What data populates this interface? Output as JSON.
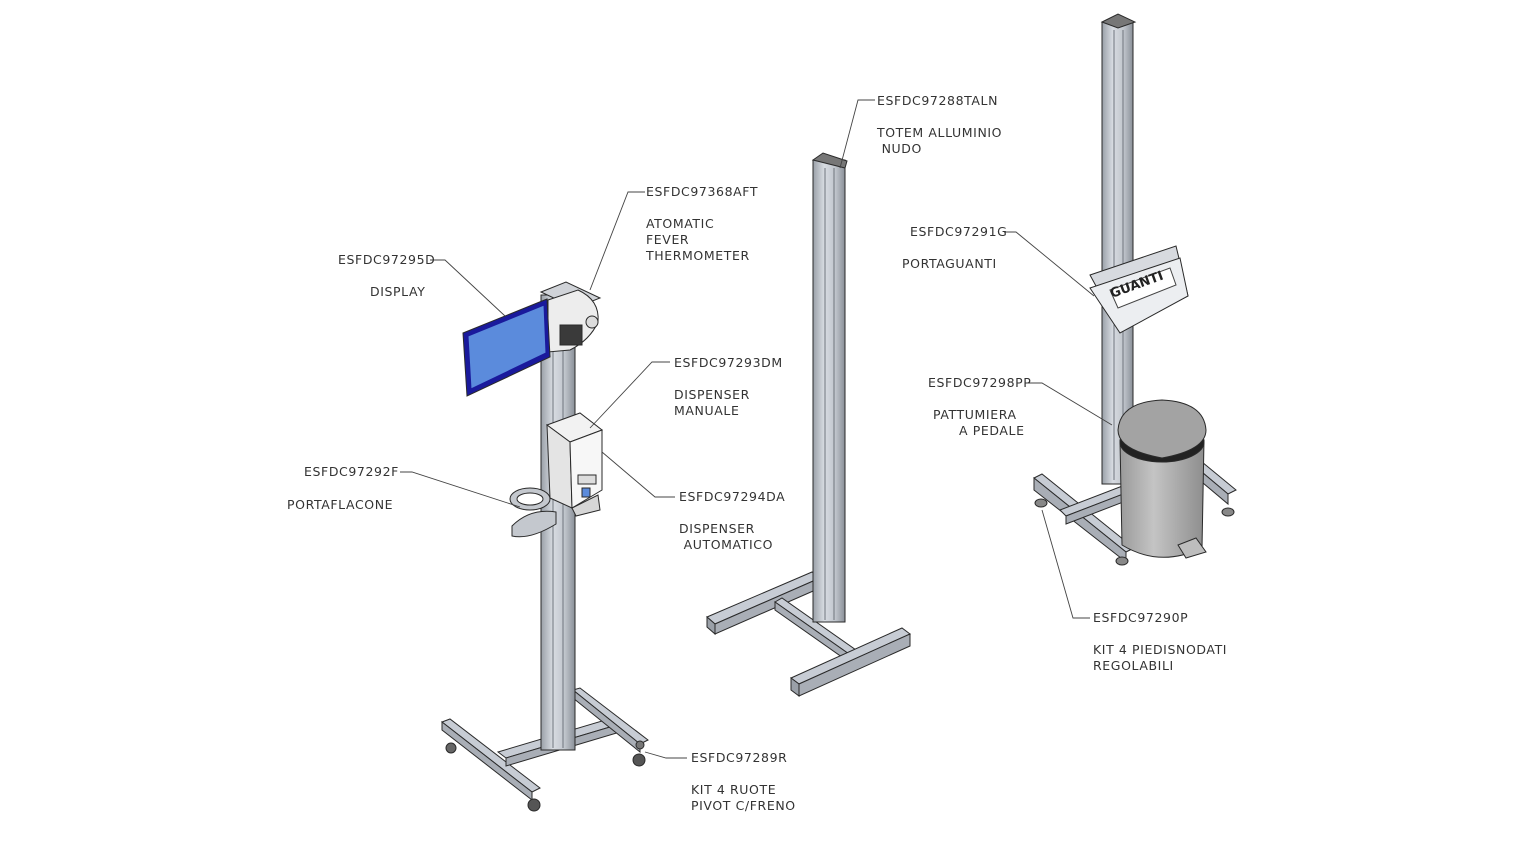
{
  "diagram": {
    "colors": {
      "frame": "#c7ccd4",
      "frame_dark": "#8d939c",
      "outline": "#2a2a2a",
      "display_fill": "#5b8bdc",
      "display_border": "#1a1a9c",
      "bin": "#a9a9a9",
      "label_text": "#333333"
    },
    "labels": {
      "thermometer_code": "ESFDC97368AFT",
      "thermometer_desc1": "ATOMATIC",
      "thermometer_desc2": "FEVER",
      "thermometer_desc3": "THERMOMETER",
      "display_code": "ESFDC97295D",
      "display_desc": "DISPLAY",
      "manual_code": "ESFDC97293DM",
      "manual_desc1": "DISPENSER",
      "manual_desc2": "MANUALE",
      "bottle_code": "ESFDC97292F",
      "bottle_desc": "PORTAFLACONE",
      "auto_code": "ESFDC97294DA",
      "auto_desc1": "DISPENSER",
      "auto_desc2": " AUTOMATICO",
      "wheels_code": "ESFDC97289R",
      "wheels_desc1": "KIT 4 RUOTE",
      "wheels_desc2": "PIVOT C/FRENO",
      "totem_code": "ESFDC97288TALN",
      "totem_desc1": "TOTEM ALLUMINIO",
      "totem_desc2": " NUDO",
      "gloves_code": "ESFDC97291G",
      "gloves_desc": "PORTAGUANTI",
      "bin_code": "ESFDC97298PP",
      "bin_desc1": "PATTUMIERA",
      "bin_desc2": "A PEDALE",
      "feet_code": "ESFDC97290P",
      "feet_desc1": "KIT 4 PIEDISNODATI",
      "feet_desc2": "REGOLABILI",
      "glove_box_text": "GUANTI"
    }
  }
}
